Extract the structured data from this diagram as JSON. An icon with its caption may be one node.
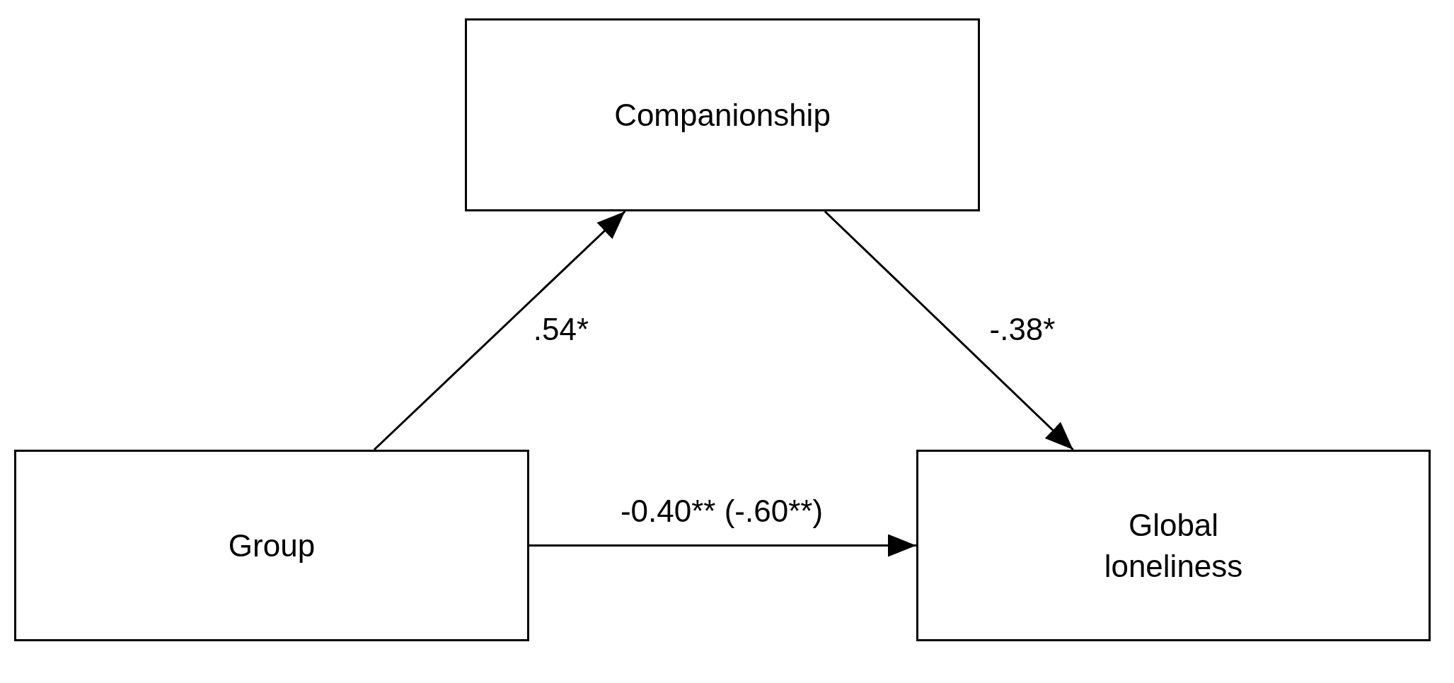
{
  "diagram": {
    "nodes": [
      {
        "text": [
          "Companionship"
        ]
      },
      {
        "text": [
          "Group"
        ]
      },
      {
        "text": [
          "Global loneliness"
        ]
      }
    ],
    "edges": [
      {
        "from": 1,
        "to": 0,
        "arrow": "to",
        "label": ".54*"
      },
      {
        "from": 0,
        "to": 2,
        "arrow": "to",
        "label": "-.38*"
      },
      {
        "from": 1,
        "to": 2,
        "arrow": "to",
        "label": "-0.40** (-.60**)"
      }
    ]
  }
}
